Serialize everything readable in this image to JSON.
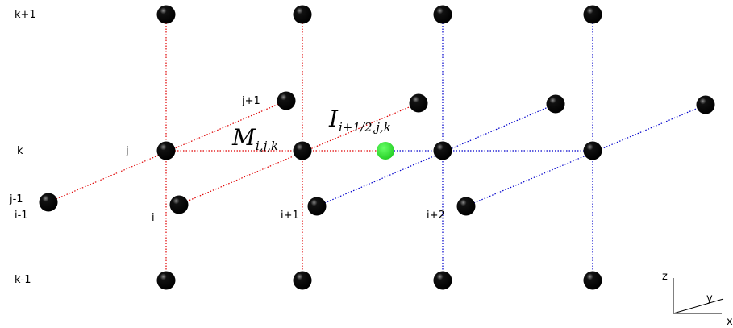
{
  "labels": {
    "k_plus_1": "k+1",
    "k": "k",
    "k_minus_1": "k-1",
    "j_plus_1": "j+1",
    "j": "j",
    "j_minus_1": "j-1",
    "i_minus_1": "i-1",
    "i": "i",
    "i_plus_1": "i+1",
    "i_plus_2": "i+2"
  },
  "math": {
    "M_main": "M",
    "M_sub": "i,j,k",
    "I_main": "I",
    "I_sub": "i+1/2,j,k"
  },
  "axes": {
    "z": "z",
    "y": "y",
    "x": "x"
  },
  "colors": {
    "red_lines": "#e00000",
    "blue_lines": "#0000cc",
    "node": "#000000",
    "interface_node": "#22dd22"
  }
}
